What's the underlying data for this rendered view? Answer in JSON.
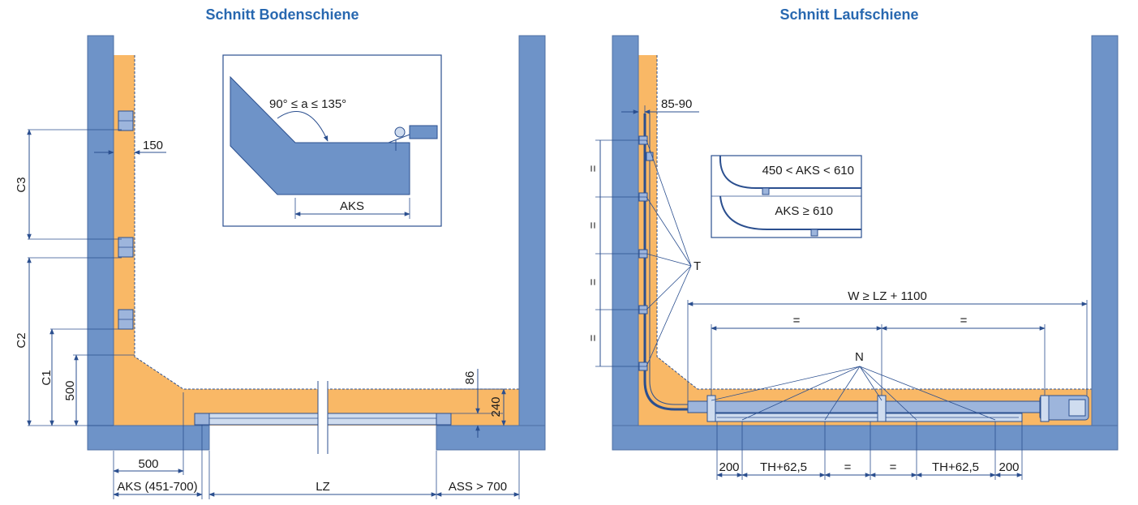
{
  "colors": {
    "wall": "#6e93c8",
    "wall_edge": "#4e6fa3",
    "fill": "#f9b866",
    "line": "#2b4f8f",
    "title": "#2868b0",
    "text": "#1a1a1a"
  },
  "left": {
    "title": "Schnitt Bodenschiene",
    "dims": {
      "c3": "C3",
      "c2": "C2",
      "c1": "C1",
      "d500_vert": "500",
      "d150": "150",
      "d86": "86",
      "d240": "240",
      "d500_horiz": "500",
      "aks_range": "AKS (451-700)",
      "lz": "LZ",
      "ass": "ASS > 700"
    },
    "inset": {
      "angle": "90° ≤ a ≤ 135°",
      "aks": "AKS"
    }
  },
  "right": {
    "title": "Schnitt Laufschiene",
    "dims": {
      "d8590": "85-90",
      "eq": "=",
      "t": "T",
      "n": "N",
      "w": "W ≥ LZ + 1100",
      "d200": "200",
      "th": "TH+62,5"
    },
    "legend": {
      "range1": "450 < AKS < 610",
      "range2": "AKS ≥ 610"
    }
  }
}
